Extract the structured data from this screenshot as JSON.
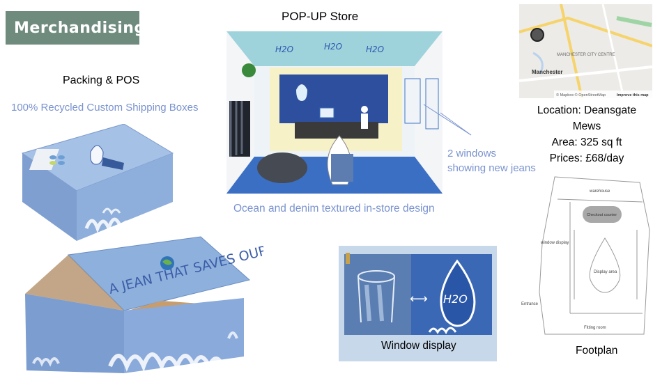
{
  "title": "Merchandising",
  "packing": {
    "heading": "Packing & POS",
    "caption": "100% Recycled Custom Shipping Boxes",
    "box_logo_text": "A JEAN THAT SAVES OUR"
  },
  "popup": {
    "heading": "POP-UP Store",
    "caption": "Ocean and denim textured in-store design",
    "windows_note_line1": "2 windows",
    "windows_note_line2": "showing new jeans"
  },
  "location": {
    "line1": "Location: Deansgate",
    "line2": "Mews",
    "line3": "Area: 325 sq ft",
    "line4": "Prices:  £68/day",
    "map_labels": {
      "city": "Manchester",
      "centre": "MANCHESTER CITY CENTRE",
      "attribution": "© Mapbox © OpenStreetMap",
      "improve": "Improve this map"
    }
  },
  "window_display": {
    "caption": "Window display"
  },
  "footplan": {
    "caption": "Footplan",
    "labels": {
      "warehouse": "warehouse",
      "checkout": "Checkout counter",
      "window": "window display",
      "display_area": "Display area",
      "entrance": "Entrance",
      "fitting_room": "Fitting room"
    }
  },
  "colors": {
    "badge": "#6f8b7e",
    "caption_blue": "#7a93cf",
    "box_blue": "#8fb0dd",
    "denim": "#3f5f9a"
  }
}
